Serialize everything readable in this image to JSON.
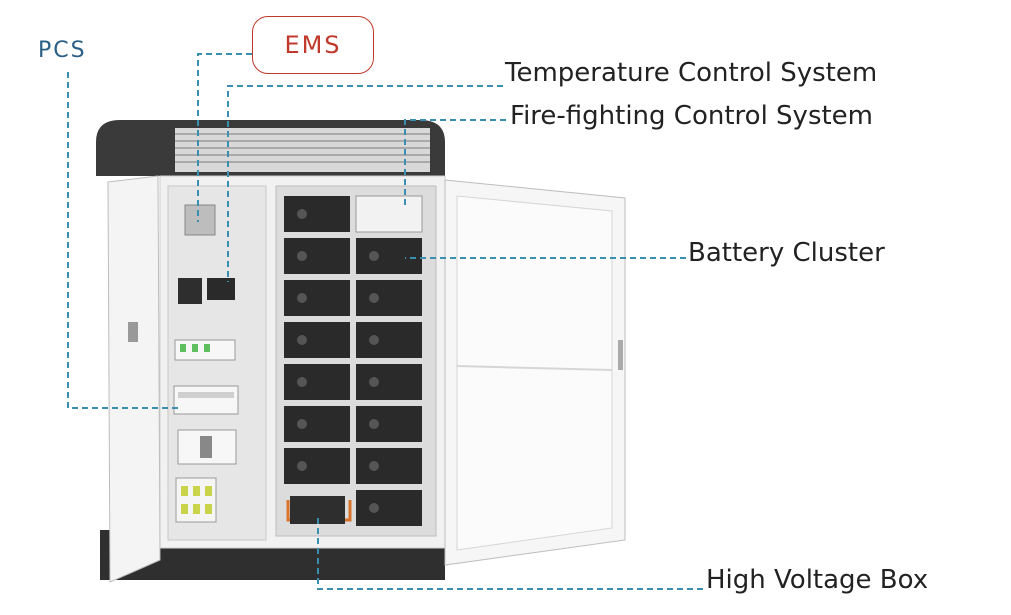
{
  "labels": {
    "pcs": "PCS",
    "ems": "EMS",
    "temperature": "Temperature Control System",
    "fire": "Fire-fighting Control System",
    "battery": "Battery Cluster",
    "hv": "High Voltage Box"
  },
  "colors": {
    "leader_line": "#3a8fb0",
    "ems_border": "#c0392b",
    "pcs_text": "#2b5f86",
    "cabinet_top": "#3a3a3a",
    "module": "#2a2a2a",
    "cabinet_body": "#f1f1f1"
  }
}
